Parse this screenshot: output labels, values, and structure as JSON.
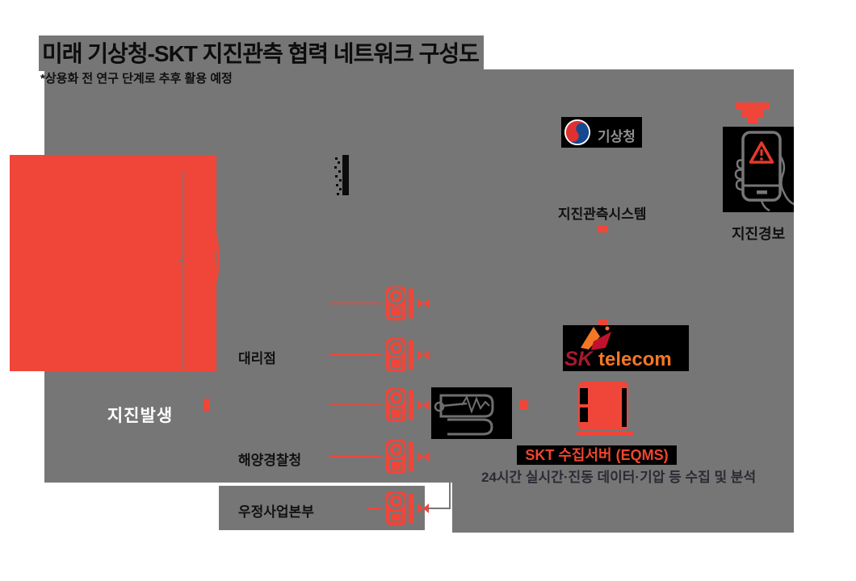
{
  "title": "미래 기상청-SKT 지진관측 협력 네트워크 구성도",
  "subtitle": "*상용화 전 연구 단계로 추후 활용 예정",
  "epicenter": {
    "label": "지진발생"
  },
  "kma": {
    "name": "기상청",
    "system_label": "지진관측시스템"
  },
  "alert_phone": {
    "label": "지진경보"
  },
  "sk_telecom": {
    "sk": "SK",
    "telecom": "telecom"
  },
  "collection_server": {
    "title": "SKT 수집서버 (EQMS)",
    "description": "24시간 실시간·진동 데이터·기압 등 수집 및 분석"
  },
  "sensor_rows": [
    {
      "label": ""
    },
    {
      "label": "대리점"
    },
    {
      "label": ""
    },
    {
      "label": "해양경찰청"
    },
    {
      "label": "우정사업본부"
    }
  ],
  "colors": {
    "background_gray": "#767676",
    "accent_red": "#F0463A",
    "card_black": "#000000",
    "sk_red": "#A6192E",
    "sk_orange": "#F47725",
    "kma_blue": "#16488F",
    "kma_red": "#E03131"
  }
}
